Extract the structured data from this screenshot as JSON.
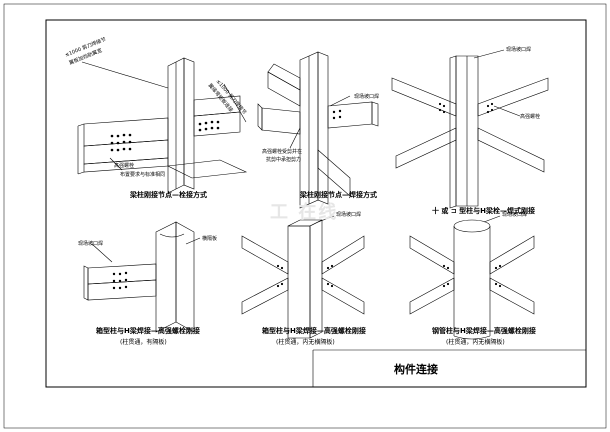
{
  "drawing": {
    "title": "构件连接",
    "watermark": "工 在线"
  },
  "panels": [
    {
      "caption": "梁柱刚接节点—栓接方式",
      "notes": [
        "≤1000 剪刀焊接节",
        "翼板加劲肋翼宽",
        "高强螺栓",
        "布置要求与标准相同",
        "≤1000 剪刀焊接节",
        "翼缘弯矩板连接"
      ]
    },
    {
      "caption": "梁柱刚接节点—焊接方式",
      "notes": [
        "现场坡口焊",
        "高强螺栓受剪并在",
        "抗剪中承担剪力"
      ]
    },
    {
      "caption": "十 或 ⊐ 型柱与H梁栓—焊式刚接",
      "notes": [
        "现场坡口焊",
        "高强螺栓"
      ]
    },
    {
      "caption": "箱型柱与H梁焊接—高强螺栓刚接",
      "subcaption": "(柱贯通，有隔板)",
      "notes": [
        "现场坡口焊",
        "横隔板"
      ]
    },
    {
      "caption": "箱型柱与H梁焊接—高强螺栓刚接",
      "subcaption": "(柱贯通，内无横隔板)",
      "notes": [
        "现场坡口焊"
      ]
    },
    {
      "caption": "钢管柱与H梁焊接—高强螺栓刚接",
      "subcaption": "(柱贯通，内无横隔板)",
      "notes": [
        "现场坡口焊"
      ]
    }
  ]
}
